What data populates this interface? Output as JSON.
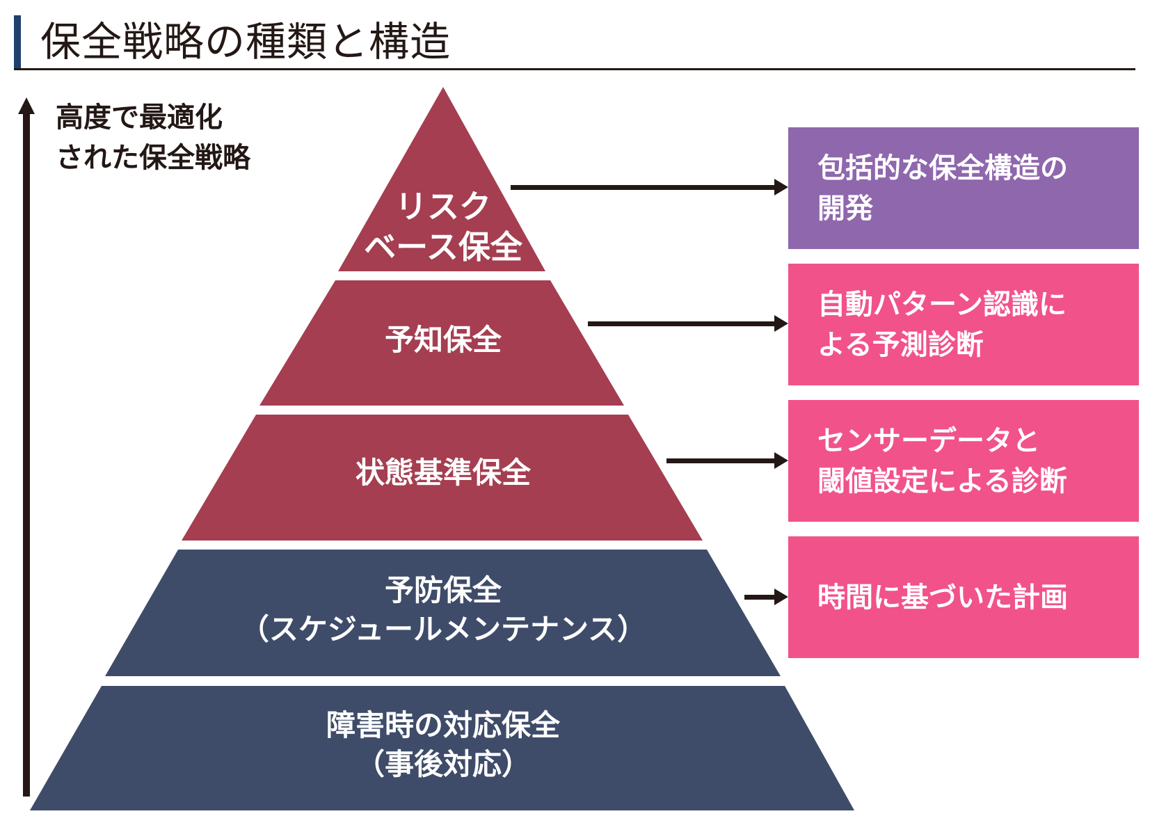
{
  "title": "保全戦略の種類と構造",
  "axis_label": [
    "高度で最適化",
    "された保全戦略"
  ],
  "colors": {
    "title_bar": "#1f3f6e",
    "upper_tiers": "#a53e50",
    "lower_tiers": "#3e4c69",
    "purple_box": "#8f67ad",
    "pink_box": "#f1528a",
    "arrow": "#231815"
  },
  "tiers": [
    {
      "id": "risk",
      "lines": [
        "リスク",
        "ベース保全"
      ]
    },
    {
      "id": "predictive",
      "lines": [
        "予知保全"
      ]
    },
    {
      "id": "condition",
      "lines": [
        "状態基準保全"
      ]
    },
    {
      "id": "preventive",
      "lines": [
        "予防保全",
        "（スケジュールメンテナンス）"
      ]
    },
    {
      "id": "breakdown",
      "lines": [
        "障害時の対応保全",
        "（事後対応）"
      ]
    }
  ],
  "descriptions": [
    {
      "id": "risk",
      "lines": [
        "包括的な保全構造の",
        "開発"
      ],
      "color_key": "purple_box"
    },
    {
      "id": "predictive",
      "lines": [
        "自動パターン認識に",
        "よる予測診断"
      ],
      "color_key": "pink_box"
    },
    {
      "id": "condition",
      "lines": [
        "センサーデータと",
        "閾値設定による診断"
      ],
      "color_key": "pink_box"
    },
    {
      "id": "preventive",
      "lines": [
        "時間に基づいた計画"
      ],
      "color_key": "pink_box"
    }
  ]
}
